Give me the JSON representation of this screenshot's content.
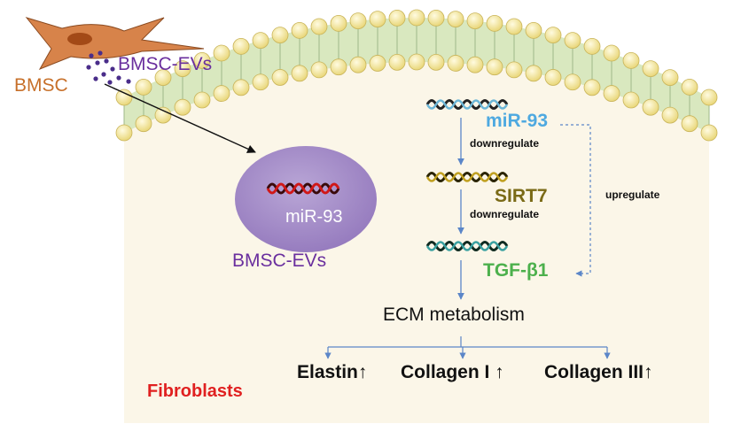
{
  "source_cell": {
    "label": "BMSC"
  },
  "vesicles": {
    "outside_label": "BMSC-EVs",
    "inside_label": "BMSC-EVs",
    "cargo_label": "miR-93"
  },
  "pathway": {
    "nodes": [
      "miR-93",
      "SIRT7",
      "TGF-β1"
    ],
    "edge_labels": [
      "downregulate",
      "downregulate"
    ],
    "feedback_label": "upregulate"
  },
  "outcome": {
    "title": "ECM metabolism",
    "items": [
      "Elastin↑",
      "Collagen I ↑",
      "Collagen III↑"
    ]
  },
  "cell_type": {
    "label": "Fibroblasts"
  },
  "colors": {
    "cytoplasm": "#fbf6e8",
    "membrane": "#d9e8bf",
    "lipid_head": "#f4e8a0",
    "bmsc_cell": "#d7834a",
    "ev_body": "#a38dc4",
    "ev_text": "#6a2f9e",
    "mir93": "#4ea9e0",
    "sirt7": "#7a6a16",
    "tgfb1": "#4cb04c",
    "fibroblasts": "#e02020",
    "arrow": "#5b86c8"
  }
}
